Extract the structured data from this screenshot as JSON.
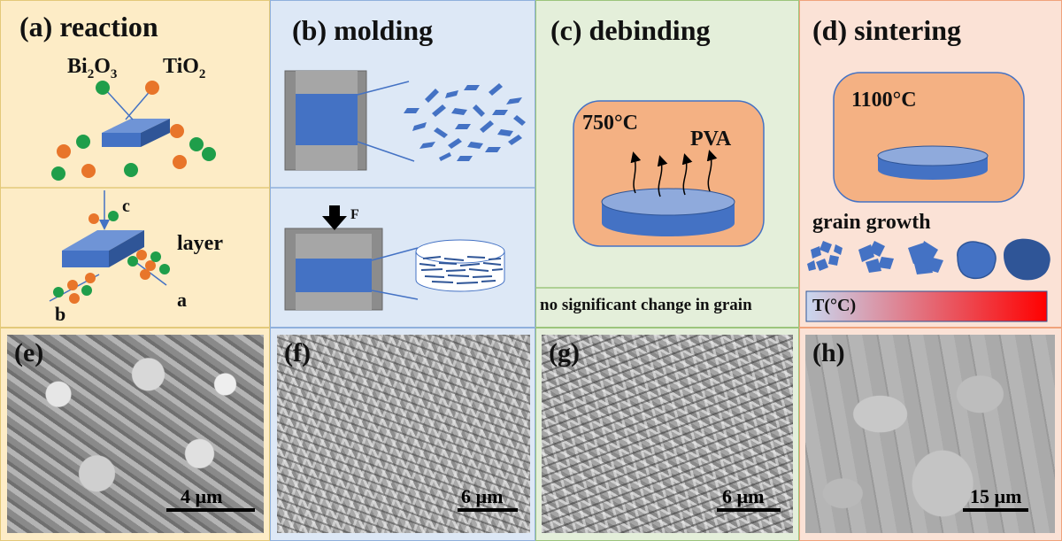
{
  "panels": {
    "a": {
      "title": "(a) reaction",
      "reactant1": "Bi",
      "reactant1_sub1": "2",
      "reactant1_mid": "O",
      "reactant1_sub2": "3",
      "reactant2": "TiO",
      "reactant2_sub": "2",
      "axis_c": "c",
      "axis_a": "a",
      "axis_b": "b",
      "layer": "layer"
    },
    "b": {
      "title": "(b) molding",
      "force": "F"
    },
    "c": {
      "title": "(c) debinding",
      "temperature": "750°C",
      "binder": "PVA",
      "note": "no significant change in grain"
    },
    "d": {
      "title": "(d) sintering",
      "temperature": "1100°C",
      "growth": "grain growth",
      "temp_axis": "T(°C)"
    }
  },
  "micrographs": [
    {
      "label": "(e)",
      "scale": "4 µm"
    },
    {
      "label": "(f)",
      "scale": "6 µm"
    },
    {
      "label": "(g)",
      "scale": "6 µm"
    },
    {
      "label": "(h)",
      "scale": "15 µm"
    }
  ],
  "colors": {
    "reaction_bg": "#fdecc6",
    "molding_bg": "#dde8f6",
    "debinding_bg": "#e4efda",
    "sintering_bg": "#fbe2d6",
    "block_blue": "#4472c4",
    "green_dot": "#1f9e4a",
    "orange_dot": "#e8752a",
    "furnace": "#f4b183",
    "gray_die": "#8c8c8c"
  }
}
